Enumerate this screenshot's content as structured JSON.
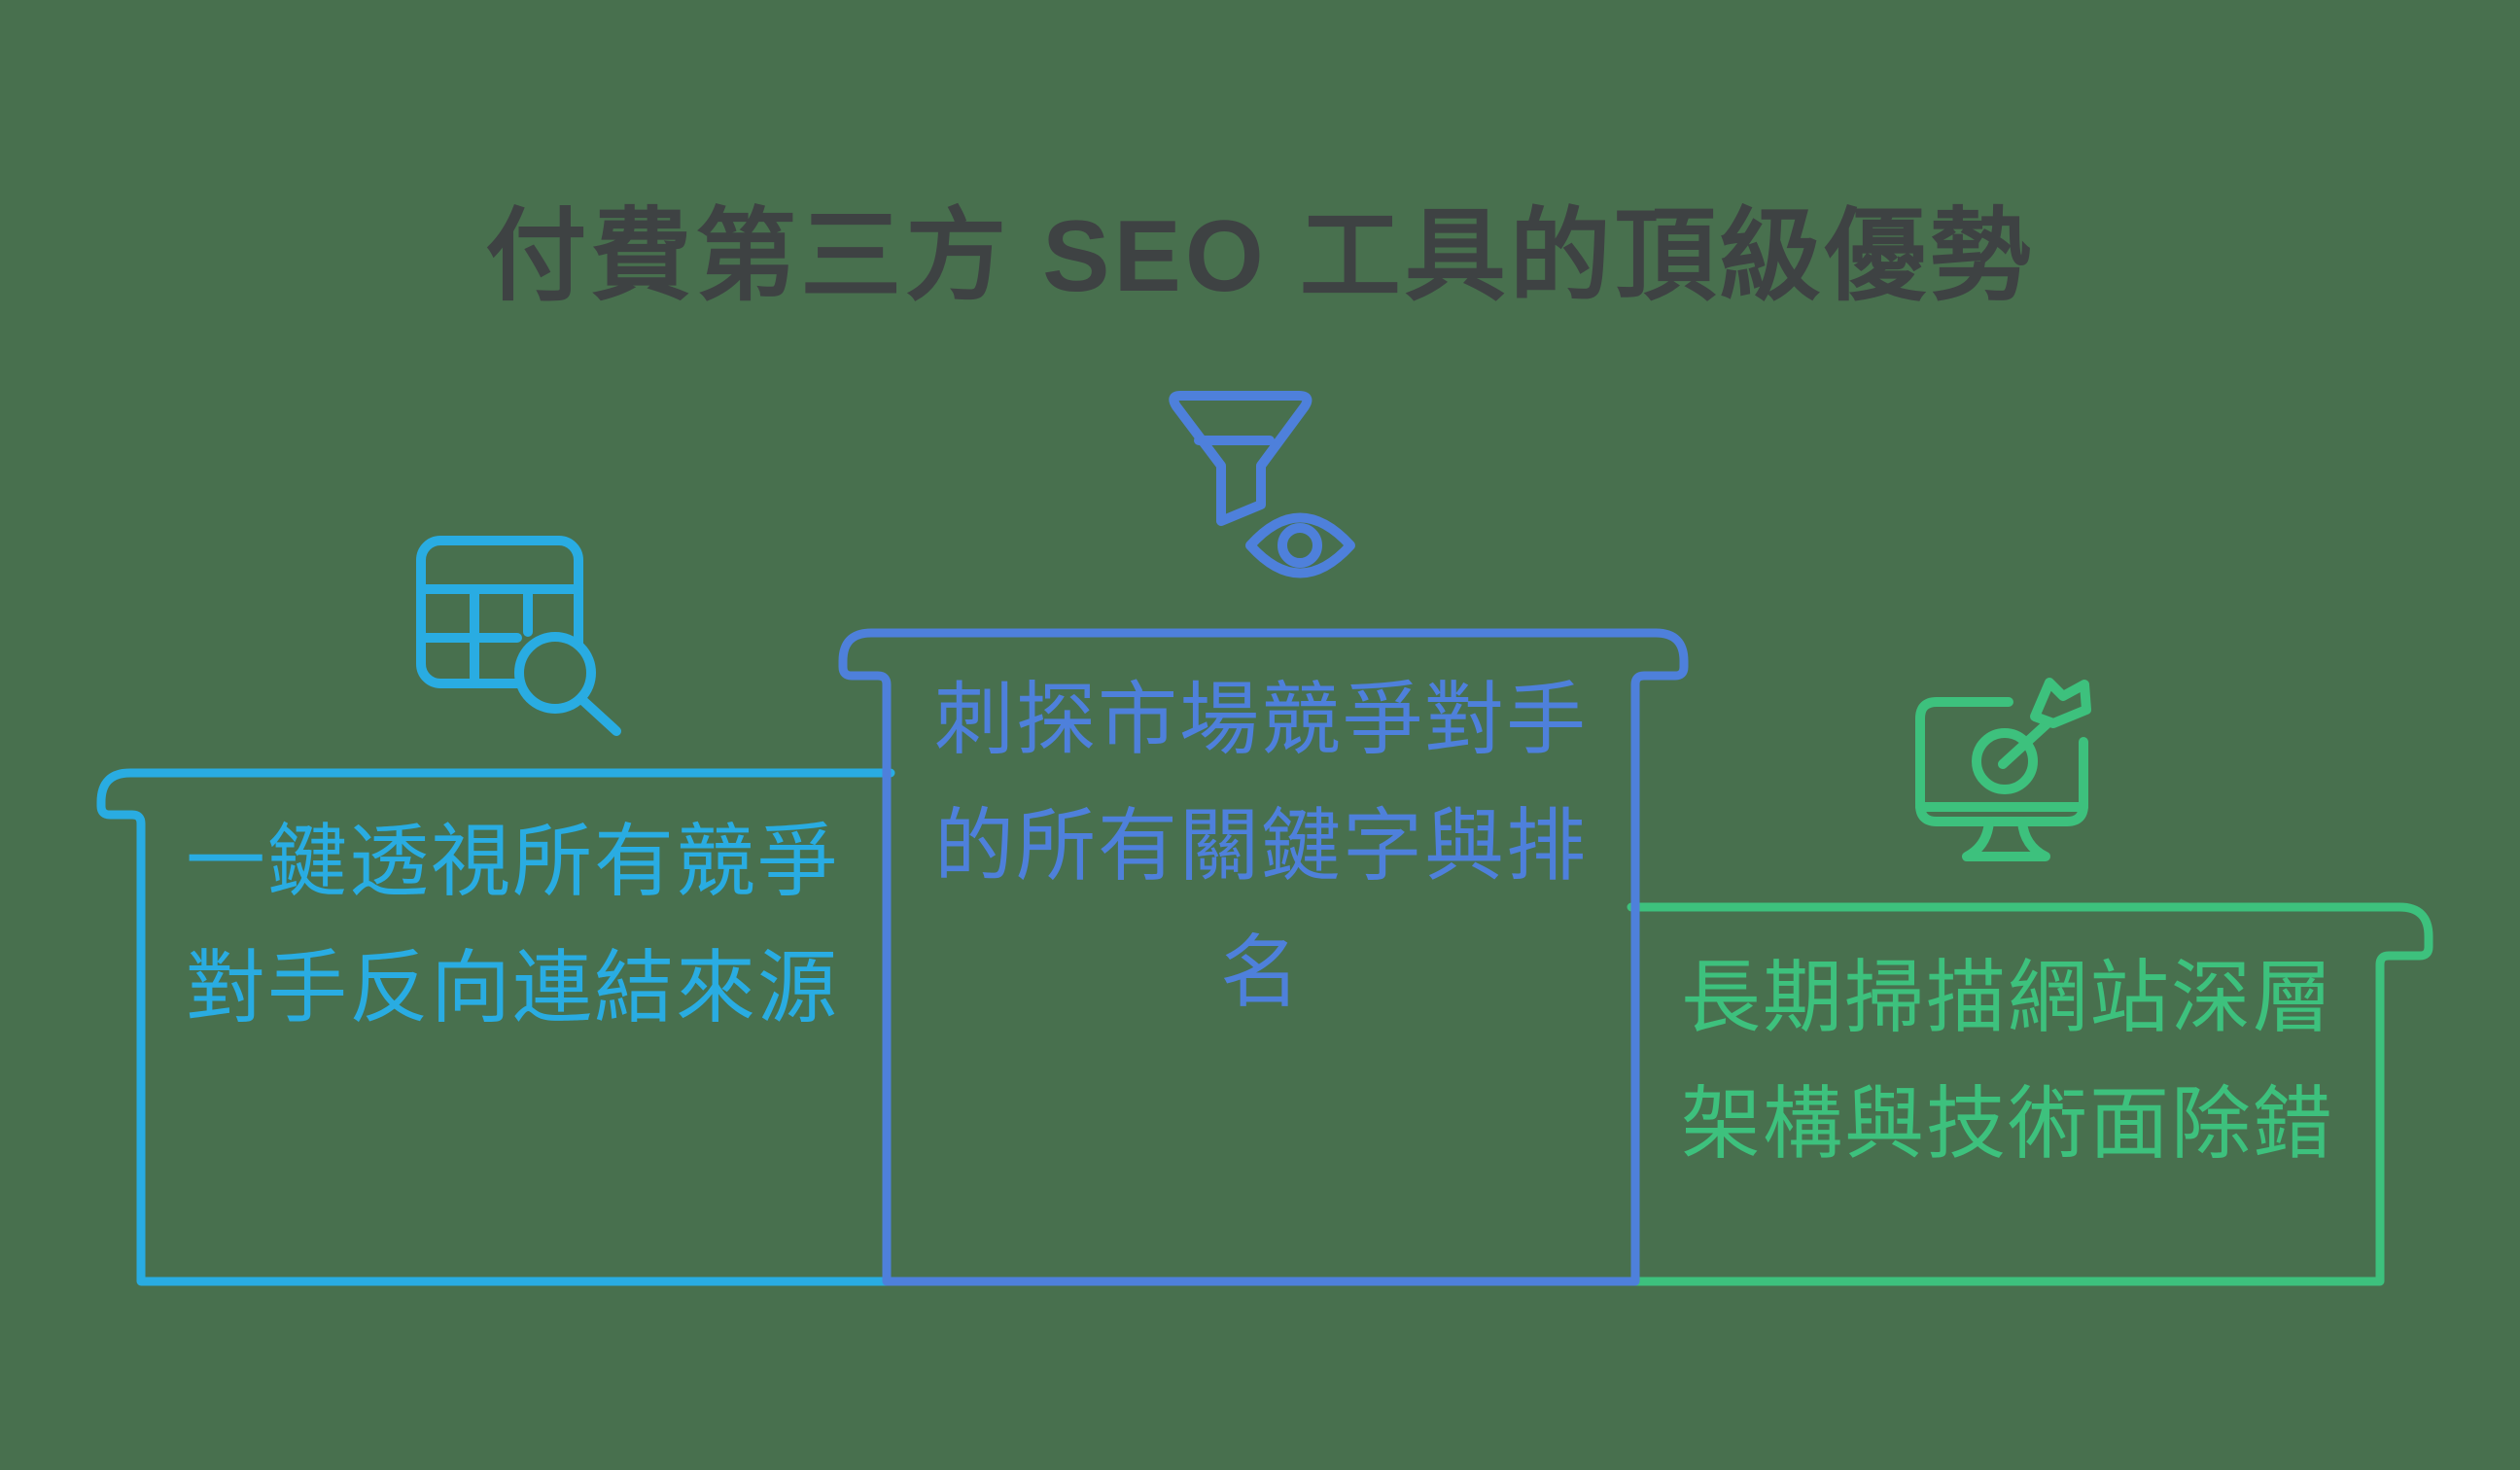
{
  "title": "付費第三方 SEO 工具的頂級優勢",
  "colors": {
    "background": "#48704E",
    "title_text": "#3E4243",
    "left_accent": "#29ACE2",
    "middle_accent": "#4E80DB",
    "right_accent": "#3DC17D"
  },
  "podium": [
    {
      "position": "left",
      "rank": "second-tallest",
      "icon": "table-search-icon",
      "color": "#29ACE2",
      "label": "一鍵透視所有競爭\n對手反向連結來源"
    },
    {
      "position": "middle",
      "rank": "tallest",
      "icon": "funnel-eye-icon",
      "color": "#4E80DB",
      "label": "刺探市場競爭對手\n的所有關鍵字與排\n名"
    },
    {
      "position": "right",
      "rank": "shortest",
      "icon": "monitor-target-icon",
      "color": "#3DC17D",
      "label": "長期掃描網站深層\n架構與技術面除錯"
    }
  ]
}
